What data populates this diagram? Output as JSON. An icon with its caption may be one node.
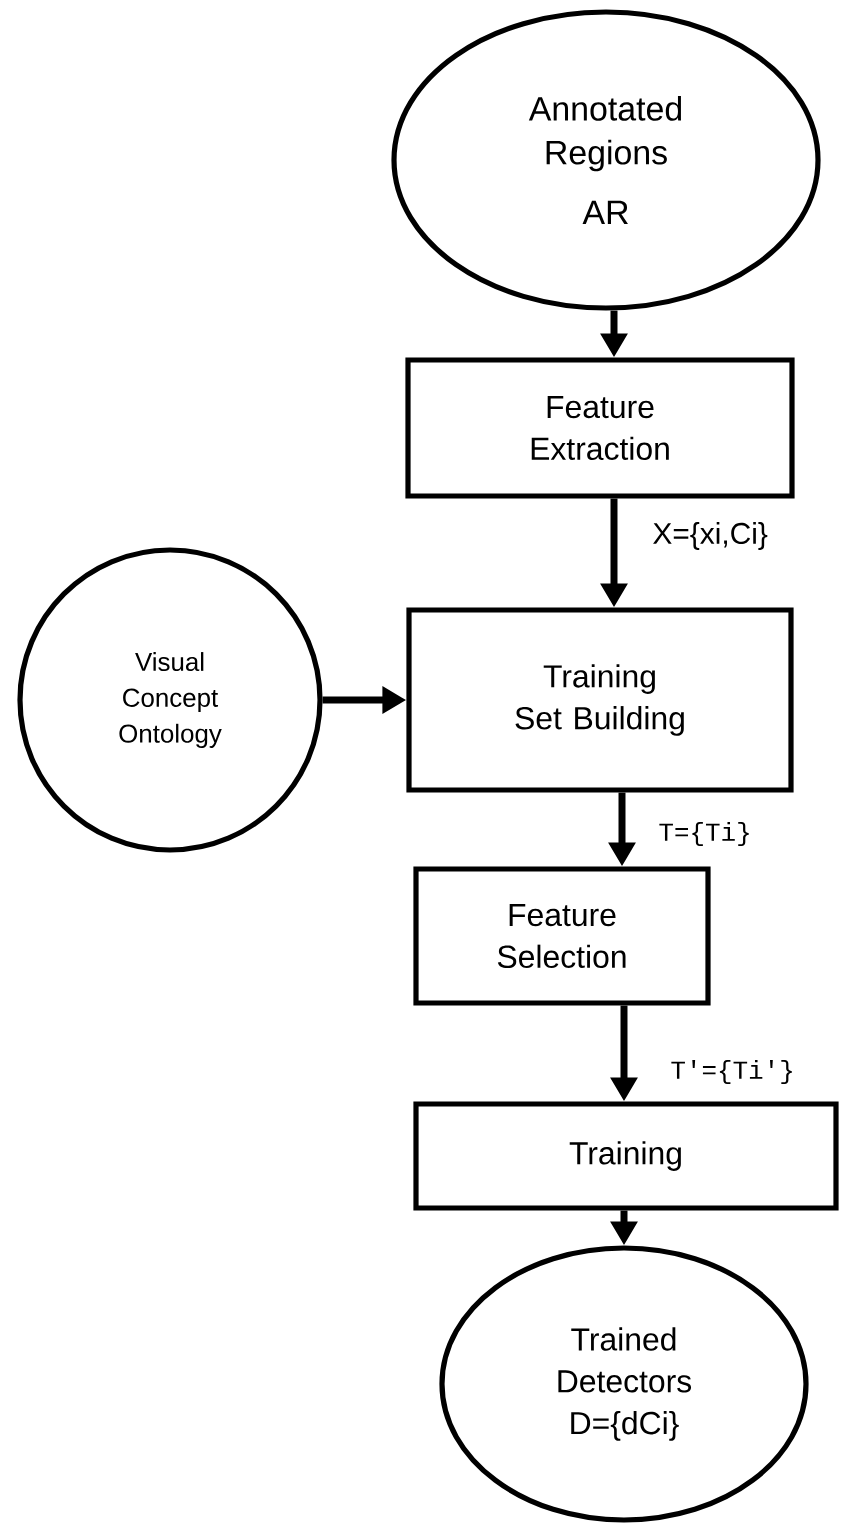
{
  "diagram": {
    "nodes": [
      {
        "text": [
          "Annotated Regions",
          "AR"
        ]
      },
      {
        "text": [
          "Feature Extraction"
        ]
      },
      {
        "text": [
          "Training Set Building"
        ]
      },
      {
        "text": [
          "Visual Concept Ontology"
        ]
      },
      {
        "text": [
          "Feature Selection"
        ]
      },
      {
        "text": [
          "Training"
        ]
      },
      {
        "text": [
          "Trained Detectors D={dCi}"
        ]
      }
    ],
    "edges": [
      {
        "from": 0,
        "to": 1,
        "arrow": "to"
      },
      {
        "from": 1,
        "to": 2,
        "arrow": "to",
        "label": "X={xi,Ci}"
      },
      {
        "from": 3,
        "to": 2,
        "arrow": "to"
      },
      {
        "from": 2,
        "to": 4,
        "arrow": "to",
        "label": "T={Ti}"
      },
      {
        "from": 4,
        "to": 5,
        "arrow": "to",
        "label": "T'={Ti'}"
      },
      {
        "from": 5,
        "to": 6,
        "arrow": "to"
      }
    ]
  }
}
